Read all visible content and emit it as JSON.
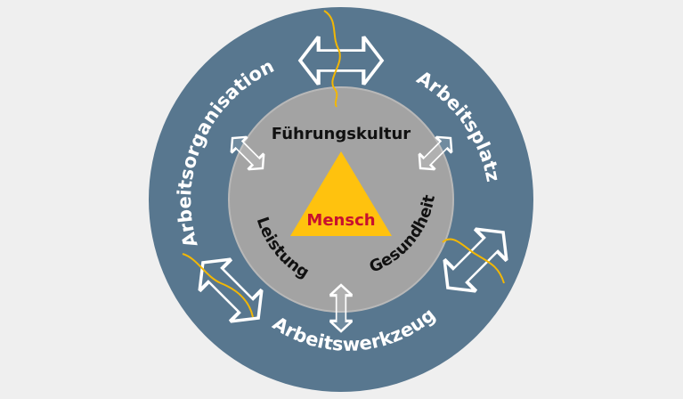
{
  "diagram": {
    "outer_labels": {
      "top_left": "Arbeitsorganisation",
      "top_right": "Arbeitsplatz",
      "bottom": "Arbeitswerkzeug"
    },
    "inner_labels": {
      "top": "Führungskultur",
      "left": "Leistung",
      "right": "Gesundheit"
    },
    "center_label": "Mensch",
    "colors": {
      "background": "#efefef",
      "outer_ring": "#58778f",
      "inner_circle": "#a3a3a3",
      "triangle": "#ffc20e",
      "wave": "#f2b705",
      "center_text": "#c8102e"
    }
  }
}
